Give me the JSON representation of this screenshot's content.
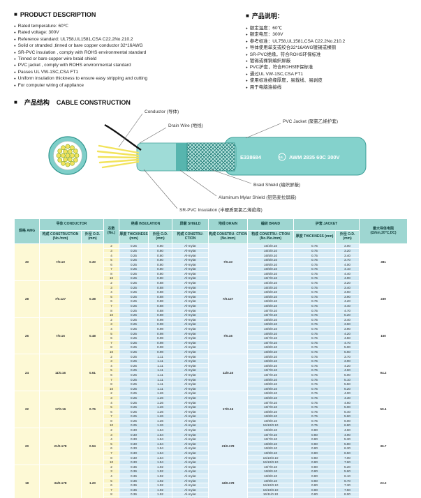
{
  "ui": {
    "section_marker": "■",
    "bullet": "●"
  },
  "colors": {
    "teal": "#7fcfc9",
    "header_teal": "#9ed6d1",
    "core_yellow": "#f2e35c",
    "pale_yellow": "#fdf9d5",
    "pale_blue": "#d9edf7"
  },
  "product_description": {
    "title": "PRODUCT  DESCRIPTION",
    "items": [
      "Rated temperature: 60℃",
      "Rated voltage: 300V",
      "Reference standard: UL758,UL1581,CSA C22.2No.210.2",
      "Solid or stranded ,tinned or bare copper conductor 32*16AWG",
      "SR-PVC insulation , comply with ROHS environmental standard",
      "Tinned or bare copper wire braid shield",
      "PVC jacket , comply with ROHS environmental standard",
      "Passes UL VW-1SC,CSA FT1",
      "Uniform insulation thickness to ensure easy stripping and cutting",
      "For computer wiring of appliance"
    ]
  },
  "product_description_cn": {
    "title": "产品说明：",
    "items": [
      "额定温度：60℃",
      "额定电压：300V",
      "参考标准：UL758,UL1581,CSA C22.2No.210.2",
      "导体使用单支或绞合32*16AWG镀锡或裸铜",
      "SR-PVC绝缘，符合ROHS环保标准",
      "镀锡或裸铜编织屏蔽",
      "PVC护套，符合ROHS环保标准",
      "通过UL VW-1SC,CSA FT1",
      "使用标准绝缘厚度，易裁线、易剥皮",
      "用于电脑连接线"
    ]
  },
  "construction": {
    "title_cn": "产品结构",
    "title_en": "CABLE  CONSTRUCTION",
    "labels": {
      "conductor": "Conductor (导体)",
      "drain_wire": "Drain Wire (地线)",
      "pvc_jacket": "PVC Jacket (聚氯乙烯护套)",
      "braid_shield": "Braid Shield (编织屏蔽)",
      "aluminum_mylar": "Aluminum Mylar Shield (铝箔麦拉屏蔽)",
      "sr_pvc": "SR-PVC Insulation (半硬质聚氯乙烯绝缘)",
      "print_ul_no": "E338684",
      "print_ul_mark": "UL",
      "print_spec": "AWM 2835 60C 300V"
    }
  },
  "table": {
    "header": {
      "awg": "规格 AWG",
      "conductor": "导体 CONDUCTOR",
      "conductor_cons": "构成 CONSTRUCTION (No./mm)",
      "conductor_od": "外径 O.D. (mm)",
      "cores": "芯数 (No.)",
      "insulation": "绝缘 INSULATION",
      "ins_thickness": "厚度 THICKNESS (mm)",
      "ins_od": "外径 O.D. (mm)",
      "shield": "屏蔽 SHIELD",
      "shield_cons": "构成 CONSTRU- CTION",
      "drain": "地线 DRAIN",
      "drain_cons": "构成 CONSTRU- CTION (No./mm)",
      "braid": "编织 BRAID",
      "braid_cons": "构成 CONSTRU- CTION (No./No./mm)",
      "jacket": "护套 JACKET",
      "jk_thickness": "厚度 THICKNESS (mm)",
      "jk_od": "外径 O.D. (mm)",
      "resistance": "最大导体电阻 (Ω/km,20℃,DC)"
    },
    "groups": [
      {
        "awg": "30",
        "construction": "7/0.10",
        "od": "0.30",
        "drain": "7/0.10",
        "resistance": "381",
        "rows": [
          {
            "cores": "2",
            "ins_t": "0.25",
            "ins_od": "0.80",
            "shield": "Al-mylar",
            "braid": "16/4/0.10",
            "jk_t": "0.75",
            "jk_od": "3.00"
          },
          {
            "cores": "3",
            "ins_t": "0.25",
            "ins_od": "0.80",
            "shield": "Al-mylar",
            "braid": "16/4/0.10",
            "jk_t": "0.75",
            "jk_od": "3.20"
          },
          {
            "cores": "4",
            "ins_t": "0.25",
            "ins_od": "0.80",
            "shield": "Al-mylar",
            "braid": "16/5/0.10",
            "jk_t": "0.75",
            "jk_od": "3.40"
          },
          {
            "cores": "5",
            "ins_t": "0.25",
            "ins_od": "0.80",
            "shield": "Al-mylar",
            "braid": "16/5/0.10",
            "jk_t": "0.75",
            "jk_od": "3.70"
          },
          {
            "cores": "6",
            "ins_t": "0.25",
            "ins_od": "0.80",
            "shield": "Al-mylar",
            "braid": "16/6/0.10",
            "jk_t": "0.75",
            "jk_od": "4.00"
          },
          {
            "cores": "7",
            "ins_t": "0.25",
            "ins_od": "0.80",
            "shield": "Al-mylar",
            "braid": "16/6/0.10",
            "jk_t": "0.75",
            "jk_od": "4.10"
          },
          {
            "cores": "8",
            "ins_t": "0.25",
            "ins_od": "0.80",
            "shield": "Al-mylar",
            "braid": "16/6/0.10",
            "jk_t": "0.75",
            "jk_od": "4.40"
          },
          {
            "cores": "10",
            "ins_t": "0.25",
            "ins_od": "0.80",
            "shield": "Al-mylar",
            "braid": "16/7/0.10",
            "jk_t": "0.75",
            "jk_od": "4.90"
          }
        ]
      },
      {
        "awg": "28",
        "construction": "7/0.127",
        "od": "0.38",
        "drain": "7/0.127",
        "resistance": "239",
        "rows": [
          {
            "cores": "2",
            "ins_t": "0.25",
            "ins_od": "0.88",
            "shield": "Al-mylar",
            "braid": "16/4/0.10",
            "jk_t": "0.75",
            "jk_od": "3.20"
          },
          {
            "cores": "3",
            "ins_t": "0.25",
            "ins_od": "0.88",
            "shield": "Al-mylar",
            "braid": "16/4/0.10",
            "jk_t": "0.75",
            "jk_od": "3.40"
          },
          {
            "cores": "4",
            "ins_t": "0.25",
            "ins_od": "0.88",
            "shield": "Al-mylar",
            "braid": "16/5/0.10",
            "jk_t": "0.75",
            "jk_od": "3.60"
          },
          {
            "cores": "5",
            "ins_t": "0.25",
            "ins_od": "0.88",
            "shield": "Al-mylar",
            "braid": "16/5/0.10",
            "jk_t": "0.75",
            "jk_od": "3.90"
          },
          {
            "cores": "6",
            "ins_t": "0.25",
            "ins_od": "0.88",
            "shield": "Al-mylar",
            "braid": "16/6/0.10",
            "jk_t": "0.75",
            "jk_od": "4.20"
          },
          {
            "cores": "7",
            "ins_t": "0.25",
            "ins_od": "0.88",
            "shield": "Al-mylar",
            "braid": "16/6/0.10",
            "jk_t": "0.75",
            "jk_od": "4.40"
          },
          {
            "cores": "8",
            "ins_t": "0.25",
            "ins_od": "0.88",
            "shield": "Al-mylar",
            "braid": "16/7/0.10",
            "jk_t": "0.75",
            "jk_od": "4.70"
          },
          {
            "cores": "10",
            "ins_t": "0.25",
            "ins_od": "0.88",
            "shield": "Al-mylar",
            "braid": "16/7/0.10",
            "jk_t": "0.75",
            "jk_od": "5.20"
          }
        ]
      },
      {
        "awg": "26",
        "construction": "7/0.16",
        "od": "0.48",
        "drain": "7/0.16",
        "resistance": "150",
        "rows": [
          {
            "cores": "2",
            "ins_t": "0.25",
            "ins_od": "0.98",
            "shield": "Al-mylar",
            "braid": "16/5/0.10",
            "jk_t": "0.75",
            "jk_od": "3.40"
          },
          {
            "cores": "3",
            "ins_t": "0.25",
            "ins_od": "0.98",
            "shield": "Al-mylar",
            "braid": "16/5/0.10",
            "jk_t": "0.75",
            "jk_od": "3.60"
          },
          {
            "cores": "4",
            "ins_t": "0.25",
            "ins_od": "0.98",
            "shield": "Al-mylar",
            "braid": "16/6/0.10",
            "jk_t": "0.75",
            "jk_od": "3.90"
          },
          {
            "cores": "5",
            "ins_t": "0.25",
            "ins_od": "0.98",
            "shield": "Al-mylar",
            "braid": "16/6/0.10",
            "jk_t": "0.75",
            "jk_od": "4.20"
          },
          {
            "cores": "6",
            "ins_t": "0.25",
            "ins_od": "0.98",
            "shield": "Al-mylar",
            "braid": "16/7/0.10",
            "jk_t": "0.75",
            "jk_od": "4.50"
          },
          {
            "cores": "7",
            "ins_t": "0.25",
            "ins_od": "0.98",
            "shield": "Al-mylar",
            "braid": "16/7/0.10",
            "jk_t": "0.75",
            "jk_od": "4.70"
          },
          {
            "cores": "8",
            "ins_t": "0.25",
            "ins_od": "0.98",
            "shield": "Al-mylar",
            "braid": "16/8/0.10",
            "jk_t": "0.75",
            "jk_od": "5.00"
          },
          {
            "cores": "10",
            "ins_t": "0.25",
            "ins_od": "0.98",
            "shield": "Al-mylar",
            "braid": "16/8/0.10",
            "jk_t": "0.75",
            "jk_od": "5.60"
          }
        ]
      },
      {
        "awg": "24",
        "construction": "11/0.16",
        "od": "0.61",
        "drain": "11/0.16",
        "resistance": "94.2",
        "rows": [
          {
            "cores": "2",
            "ins_t": "0.25",
            "ins_od": "1.11",
            "shield": "Al-mylar",
            "braid": "16/5/0.10",
            "jk_t": "0.75",
            "jk_od": "3.70"
          },
          {
            "cores": "3",
            "ins_t": "0.25",
            "ins_od": "1.11",
            "shield": "Al-mylar",
            "braid": "16/6/0.10",
            "jk_t": "0.75",
            "jk_od": "3.90"
          },
          {
            "cores": "4",
            "ins_t": "0.25",
            "ins_od": "1.11",
            "shield": "Al-mylar",
            "braid": "16/6/0.10",
            "jk_t": "0.75",
            "jk_od": "4.20"
          },
          {
            "cores": "5",
            "ins_t": "0.25",
            "ins_od": "1.11",
            "shield": "Al-mylar",
            "braid": "16/7/0.10",
            "jk_t": "0.75",
            "jk_od": "4.60"
          },
          {
            "cores": "6",
            "ins_t": "0.25",
            "ins_od": "1.11",
            "shield": "Al-mylar",
            "braid": "16/7/0.10",
            "jk_t": "0.75",
            "jk_od": "5.00"
          },
          {
            "cores": "7",
            "ins_t": "0.25",
            "ins_od": "1.11",
            "shield": "Al-mylar",
            "braid": "16/8/0.10",
            "jk_t": "0.75",
            "jk_od": "5.10"
          },
          {
            "cores": "8",
            "ins_t": "0.25",
            "ins_od": "1.11",
            "shield": "Al-mylar",
            "braid": "16/8/0.10",
            "jk_t": "0.75",
            "jk_od": "5.50"
          },
          {
            "cores": "10",
            "ins_t": "0.25",
            "ins_od": "1.11",
            "shield": "Al-mylar",
            "braid": "16/9/0.10",
            "jk_t": "0.75",
            "jk_od": "6.20"
          }
        ]
      },
      {
        "awg": "22",
        "construction": "17/0.16",
        "od": "0.76",
        "drain": "17/0.16",
        "resistance": "59.4",
        "rows": [
          {
            "cores": "2",
            "ins_t": "0.25",
            "ins_od": "1.26",
            "shield": "Al-mylar",
            "braid": "16/6/0.10",
            "jk_t": "0.75",
            "jk_od": "4.00"
          },
          {
            "cores": "3",
            "ins_t": "0.25",
            "ins_od": "1.26",
            "shield": "Al-mylar",
            "braid": "16/6/0.10",
            "jk_t": "0.75",
            "jk_od": "4.30"
          },
          {
            "cores": "4",
            "ins_t": "0.25",
            "ins_od": "1.26",
            "shield": "Al-mylar",
            "braid": "16/7/0.10",
            "jk_t": "0.75",
            "jk_od": "4.60"
          },
          {
            "cores": "5",
            "ins_t": "0.25",
            "ins_od": "1.26",
            "shield": "Al-mylar",
            "braid": "16/7/0.10",
            "jk_t": "0.75",
            "jk_od": "5.00"
          },
          {
            "cores": "6",
            "ins_t": "0.25",
            "ins_od": "1.26",
            "shield": "Al-mylar",
            "braid": "16/8/0.10",
            "jk_t": "0.75",
            "jk_od": "5.40"
          },
          {
            "cores": "7",
            "ins_t": "0.25",
            "ins_od": "1.26",
            "shield": "Al-mylar",
            "braid": "16/8/0.10",
            "jk_t": "0.75",
            "jk_od": "5.60"
          },
          {
            "cores": "8",
            "ins_t": "0.25",
            "ins_od": "1.26",
            "shield": "Al-mylar",
            "braid": "16/9/0.10",
            "jk_t": "0.75",
            "jk_od": "6.00"
          },
          {
            "cores": "10",
            "ins_t": "0.25",
            "ins_od": "1.26",
            "shield": "Al-mylar",
            "braid": "16/10/0.10",
            "jk_t": "0.75",
            "jk_od": "6.80"
          }
        ]
      },
      {
        "awg": "20",
        "construction": "21/0.178",
        "od": "0.94",
        "drain": "21/0.178",
        "resistance": "36.7",
        "rows": [
          {
            "cores": "2",
            "ins_t": "0.30",
            "ins_od": "1.54",
            "shield": "Al-mylar",
            "braid": "16/6/0.10",
            "jk_t": "0.80",
            "jk_od": "4.60"
          },
          {
            "cores": "3",
            "ins_t": "0.30",
            "ins_od": "1.54",
            "shield": "Al-mylar",
            "braid": "16/7/0.10",
            "jk_t": "0.80",
            "jk_od": "4.90"
          },
          {
            "cores": "4",
            "ins_t": "0.30",
            "ins_od": "1.54",
            "shield": "Al-mylar",
            "braid": "16/7/0.10",
            "jk_t": "0.80",
            "jk_od": "5.30"
          },
          {
            "cores": "5",
            "ins_t": "0.30",
            "ins_od": "1.54",
            "shield": "Al-mylar",
            "braid": "16/8/0.10",
            "jk_t": "0.80",
            "jk_od": "5.80"
          },
          {
            "cores": "6",
            "ins_t": "0.30",
            "ins_od": "1.54",
            "shield": "Al-mylar",
            "braid": "16/8/0.10",
            "jk_t": "0.80",
            "jk_od": "6.30"
          },
          {
            "cores": "7",
            "ins_t": "0.30",
            "ins_od": "1.54",
            "shield": "Al-mylar",
            "braid": "16/9/0.10",
            "jk_t": "0.80",
            "jk_od": "6.50"
          },
          {
            "cores": "8",
            "ins_t": "0.30",
            "ins_od": "1.54",
            "shield": "Al-mylar",
            "braid": "16/10/0.10",
            "jk_t": "0.80",
            "jk_od": "7.00"
          },
          {
            "cores": "10",
            "ins_t": "0.30",
            "ins_od": "1.54",
            "shield": "Al-mylar",
            "braid": "16/10/0.10",
            "jk_t": "0.80",
            "jk_od": "7.60"
          }
        ]
      },
      {
        "awg": "18",
        "construction": "34/0.178",
        "od": "1.20",
        "drain": "34/0.178",
        "resistance": "23.2",
        "rows": [
          {
            "cores": "2",
            "ins_t": "0.36",
            "ins_od": "1.92",
            "shield": "Al-mylar",
            "braid": "16/7/0.10",
            "jk_t": "0.80",
            "jk_od": "5.20"
          },
          {
            "cores": "3",
            "ins_t": "0.36",
            "ins_od": "1.92",
            "shield": "Al-mylar",
            "braid": "16/8/0.10",
            "jk_t": "0.80",
            "jk_od": "5.60"
          },
          {
            "cores": "4",
            "ins_t": "0.36",
            "ins_od": "1.92",
            "shield": "Al-mylar",
            "braid": "16/8/0.10",
            "jk_t": "0.80",
            "jk_od": "6.10"
          },
          {
            "cores": "5",
            "ins_t": "0.36",
            "ins_od": "1.92",
            "shield": "Al-mylar",
            "braid": "16/9/0.10",
            "jk_t": "0.80",
            "jk_od": "6.70"
          },
          {
            "cores": "6",
            "ins_t": "0.36",
            "ins_od": "1.92",
            "shield": "Al-mylar",
            "braid": "16/10/0.10",
            "jk_t": "0.80",
            "jk_od": "7.30"
          },
          {
            "cores": "7",
            "ins_t": "0.36",
            "ins_od": "1.92",
            "shield": "Al-mylar",
            "braid": "16/10/0.10",
            "jk_t": "0.80",
            "jk_od": "7.50"
          },
          {
            "cores": "8",
            "ins_t": "0.36",
            "ins_od": "1.92",
            "shield": "Al-mylar",
            "braid": "16/11/0.10",
            "jk_t": "0.80",
            "jk_od": "8.00"
          },
          {
            "cores": "10",
            "ins_t": "0.36",
            "ins_od": "1.92",
            "shield": "Al-mylar",
            "braid": "16/12/0.10",
            "jk_t": "0.80",
            "jk_od": "8.60"
          }
        ]
      }
    ]
  }
}
